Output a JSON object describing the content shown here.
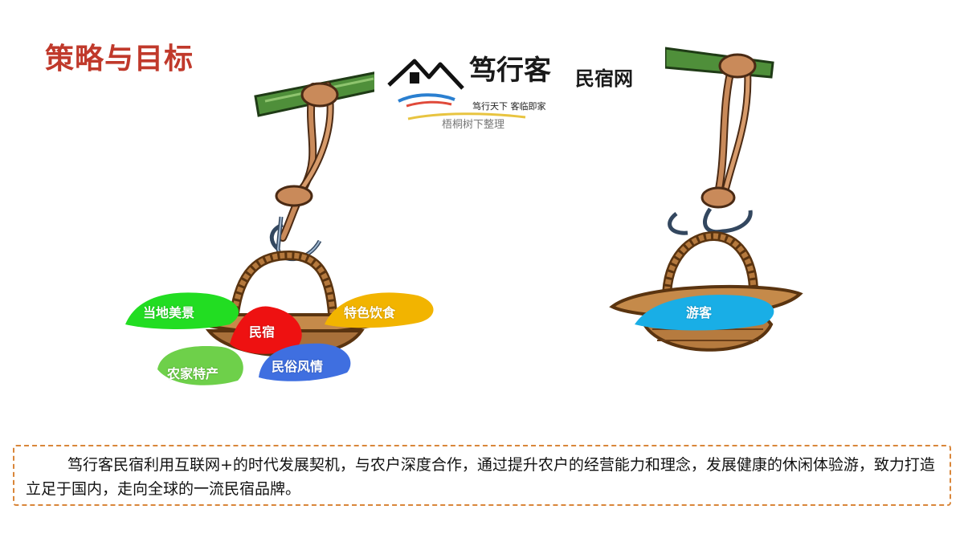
{
  "title": "策略与目标",
  "logo": {
    "main": "笃行客",
    "sub": "民宿网",
    "slogan": "笃行天下 客临即家"
  },
  "watermark": "梧桐树下整理",
  "left_basket": {
    "tags": [
      {
        "label": "当地美景",
        "color": "#22dd22"
      },
      {
        "label": "特色饮食",
        "color": "#f2b400"
      },
      {
        "label": "民宿",
        "color": "#ee1111"
      },
      {
        "label": "农家特产",
        "color": "#6ed04a"
      },
      {
        "label": "民俗风情",
        "color": "#3f6fe0"
      }
    ]
  },
  "right_basket": {
    "tags": [
      {
        "label": "游客",
        "color": "#19aee6"
      }
    ]
  },
  "statement": "笃行客民宿利用互联网+的时代发展契机，与农户深度合作，通过提升农户的经营能力和理念，发展健康的休闲体验游，致力打造立足于国内，走向全球的一流民宿品牌。"
}
